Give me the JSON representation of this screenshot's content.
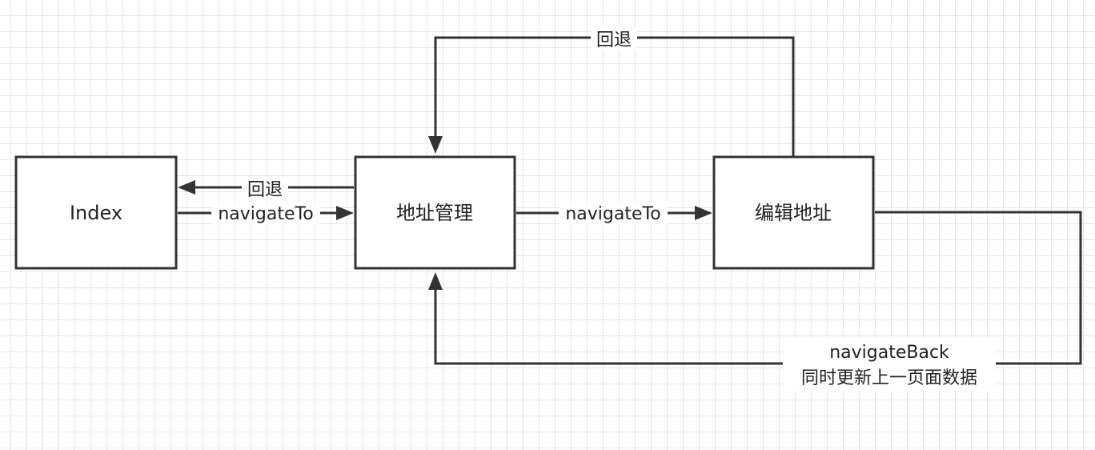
{
  "nodes": {
    "index": {
      "label": "Index"
    },
    "address_mgmt": {
      "label": "地址管理"
    },
    "edit_address": {
      "label": "编辑地址"
    }
  },
  "edges": {
    "index_to_mgmt": {
      "label": "navigateTo"
    },
    "mgmt_to_index": {
      "label": "回退"
    },
    "mgmt_to_edit": {
      "label": "navigateTo"
    },
    "edit_to_mgmt_top": {
      "label": "回退"
    },
    "edit_to_mgmt_bottom": {
      "label_line1": "navigateBack",
      "label_line2": "同时更新上一页面数据"
    }
  },
  "colors": {
    "stroke": "#333333",
    "grid": "#e6e6e6",
    "background": "#ffffff"
  }
}
